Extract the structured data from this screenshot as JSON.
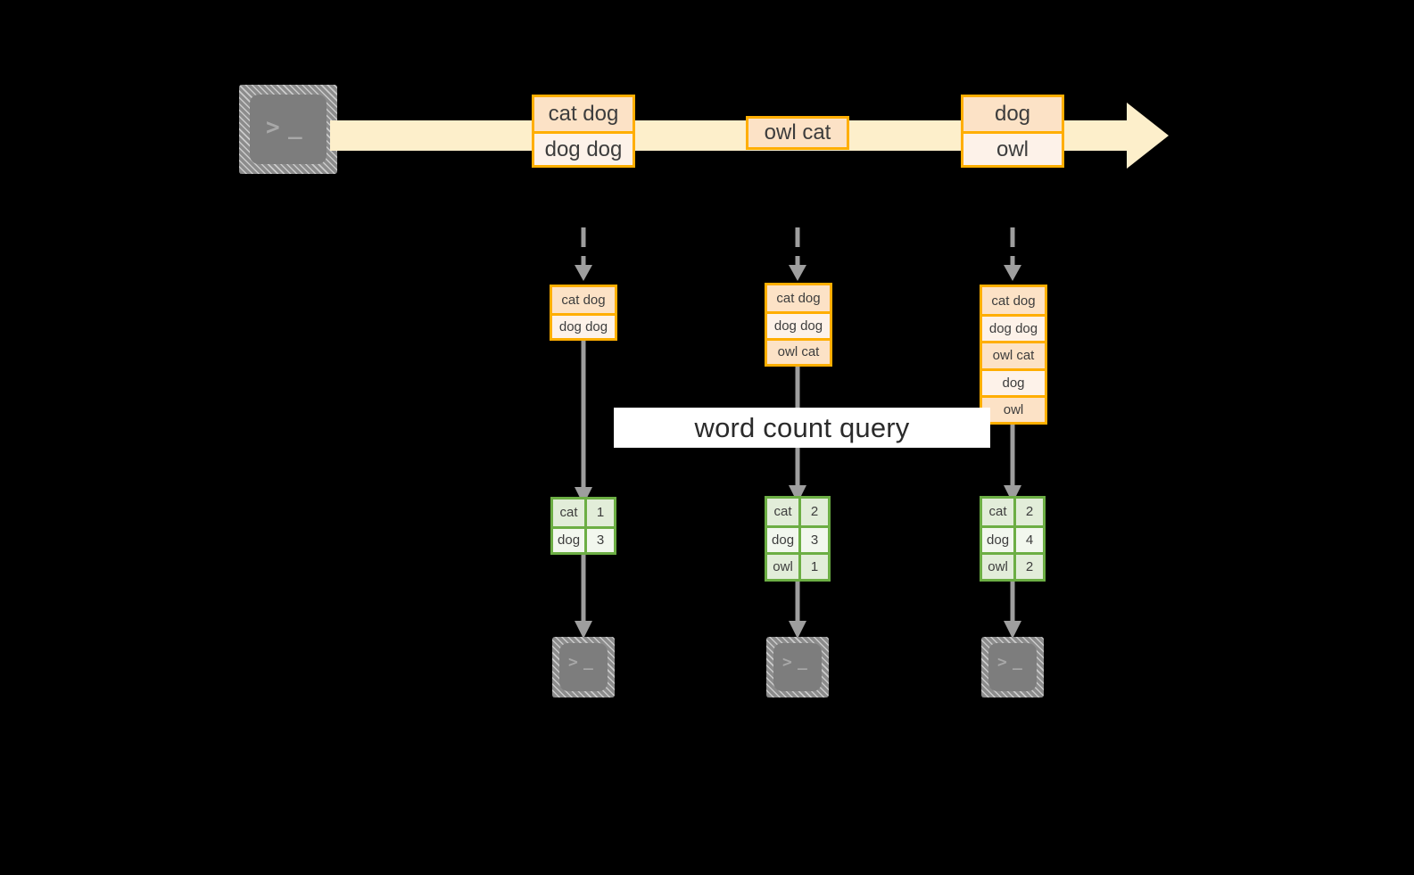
{
  "diagram": {
    "title": "word count query",
    "colors": {
      "background": "#000000",
      "stream_fill": "#FDEFCB",
      "record_border": "#FFAE00",
      "record_fill_dark": "#FCE2C6",
      "record_fill_light": "#FDF2E9",
      "result_border": "#6CAE44",
      "result_fill_dark": "#E2EDD9",
      "result_fill_light": "#F2F7EE",
      "connector": "#9e9e9e",
      "terminal_gray": "#8c8c8c",
      "label_band": "#FFFFFF"
    },
    "source": {
      "icon": "terminal-icon",
      "glyph_prompt": ">",
      "glyph_cursor": "_"
    },
    "stream": {
      "arrow_icon": "right-arrow-icon",
      "events": [
        {
          "lines": [
            "cat dog",
            "dog dog"
          ]
        },
        {
          "lines": [
            "owl cat"
          ]
        },
        {
          "lines": [
            "dog",
            "owl"
          ]
        }
      ]
    },
    "query_label": "word count query",
    "columns": [
      {
        "name": "snapshot-1",
        "input_arrow": "dashed-down-arrow-icon",
        "input_lines": [
          "cat dog",
          "dog dog"
        ],
        "result_rows": [
          {
            "word": "cat",
            "count": "1"
          },
          {
            "word": "dog",
            "count": "3"
          }
        ],
        "sink_icon": "terminal-icon"
      },
      {
        "name": "snapshot-2",
        "input_arrow": "dashed-down-arrow-icon",
        "input_lines": [
          "cat dog",
          "dog dog",
          "owl cat"
        ],
        "result_rows": [
          {
            "word": "cat",
            "count": "2"
          },
          {
            "word": "dog",
            "count": "3"
          },
          {
            "word": "owl",
            "count": "1"
          }
        ],
        "sink_icon": "terminal-icon"
      },
      {
        "name": "snapshot-3",
        "input_arrow": "dashed-down-arrow-icon",
        "input_lines": [
          "cat dog",
          "dog dog",
          "owl cat",
          "dog",
          "owl"
        ],
        "result_rows": [
          {
            "word": "cat",
            "count": "2"
          },
          {
            "word": "dog",
            "count": "4"
          },
          {
            "word": "owl",
            "count": "2"
          }
        ],
        "sink_icon": "terminal-icon"
      }
    ]
  }
}
